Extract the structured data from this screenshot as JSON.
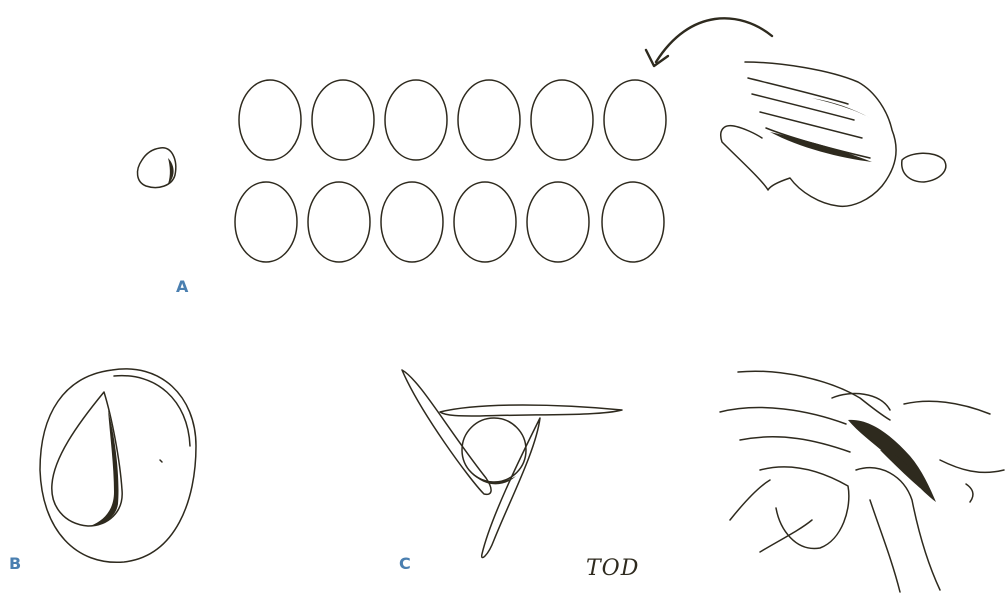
{
  "figure": {
    "panels": [
      {
        "id": "A",
        "label": "A",
        "description_icon": "dough-balls-row"
      },
      {
        "id": "B",
        "label": "B",
        "description_icon": "flattened-disc-with-teardrop"
      },
      {
        "id": "C",
        "label": "C",
        "description_icon": "three-strips-around-ball"
      }
    ],
    "annotation": "TOD",
    "colors": {
      "label": "#4a7fb0",
      "ink": "#2e2a1e",
      "background": "#ffffff"
    },
    "ball_count": 12
  }
}
